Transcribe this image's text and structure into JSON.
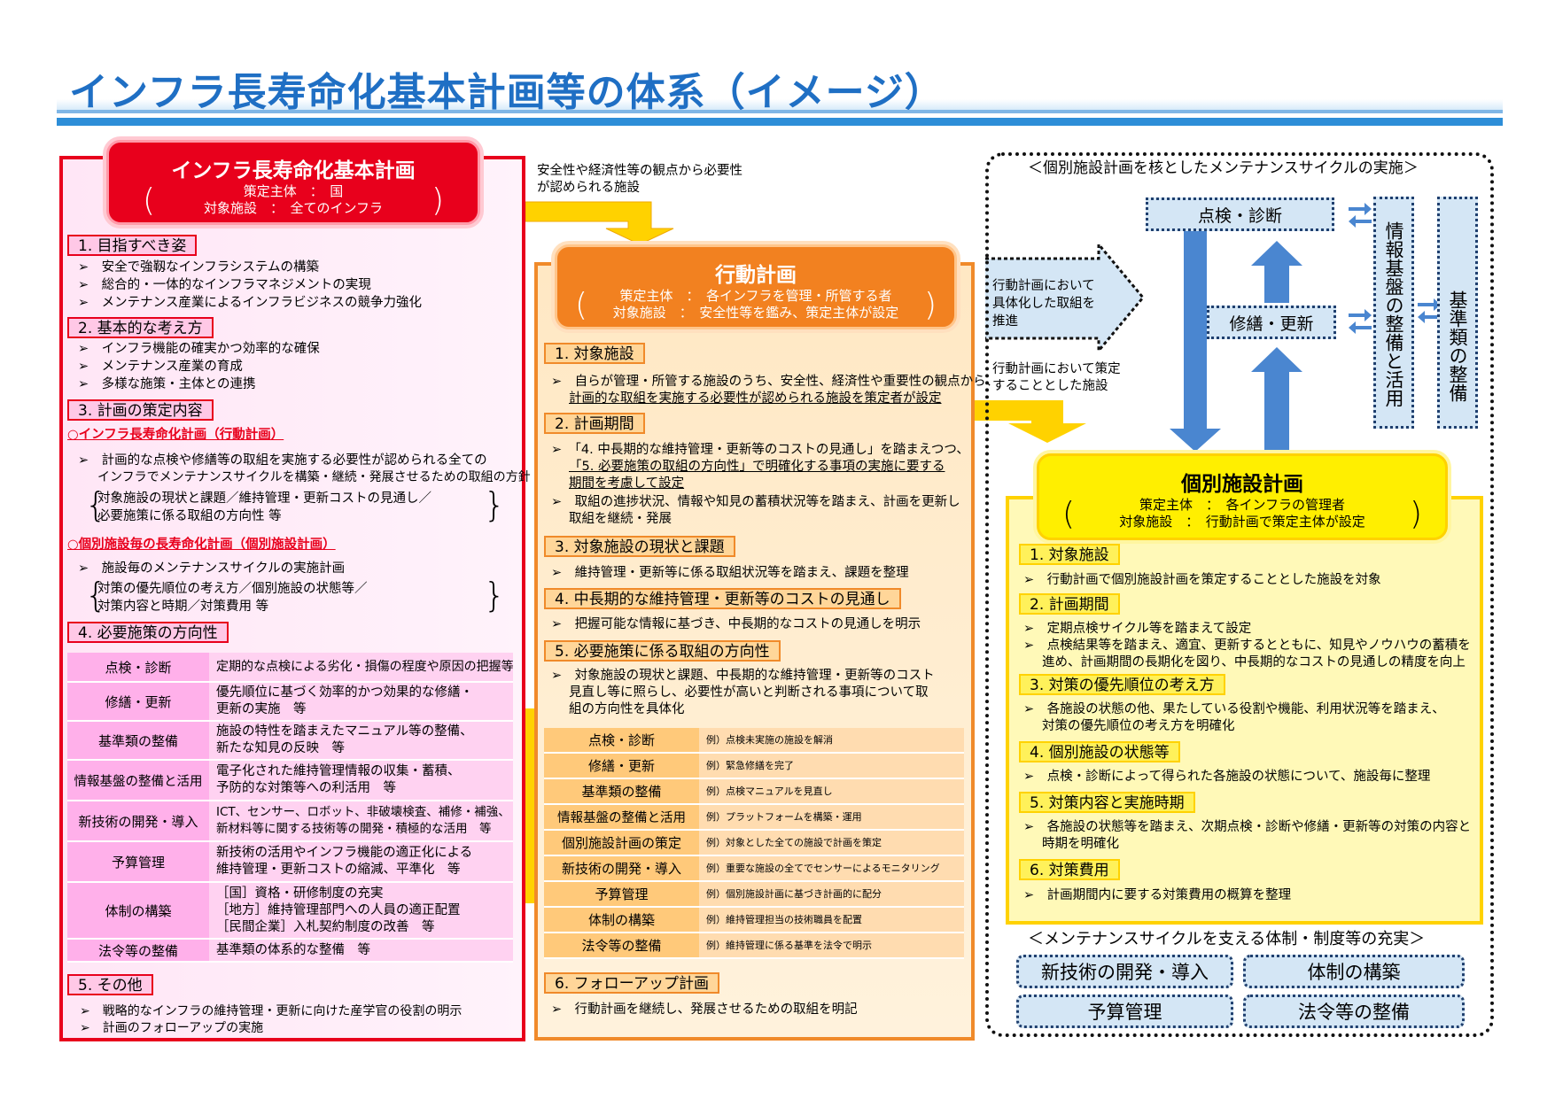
{
  "title": "インフラ長寿命化基本計画等の体系（イメージ）",
  "left": {
    "header": {
      "title": "インフラ長寿命化基本計画",
      "line1": "策定主体　：　国",
      "line2": "対象施設　：　全てのインフラ"
    },
    "s1": {
      "label": "1. 目指すべき姿",
      "items": [
        "安全で強靱なインフラシステムの構築",
        "総合的・一体的なインフラマネジメントの実現",
        "メンテナンス産業によるインフラビジネスの競争力強化"
      ]
    },
    "s2": {
      "label": "2. 基本的な考え方",
      "items": [
        "インフラ機能の確実かつ効率的な確保",
        "メンテナンス産業の育成",
        "多様な施策・主体との連携"
      ]
    },
    "s3": {
      "label": "3. 計画の策定内容",
      "plan1": "○インフラ長寿命化計画（行動計画）",
      "plan1_text": [
        "計画的な点検や修繕等の取組を実施する必要性が認められる全ての",
        "インフラでメンテナンスサイクルを構築・継続・発展させるための取組の方針"
      ],
      "plan1_note": [
        "対象施設の現状と課題／維持管理・更新コストの見通し／",
        "必要施策に係る取組の方向性 等"
      ],
      "plan2": "○個別施設毎の長寿命化計画（個別施設計画）",
      "plan2_text": "施設毎のメンテナンスサイクルの実施計画",
      "plan2_note": [
        "対策の優先順位の考え方／個別施設の状態等／",
        "対策内容と時期／対策費用 等"
      ]
    },
    "s4": {
      "label": "4. 必要施策の方向性",
      "rows": [
        {
          "name": "点検・診断",
          "desc": [
            "定期的な点検による劣化・損傷の程度や原因の把握等"
          ]
        },
        {
          "name": "修繕・更新",
          "desc": [
            "優先順位に基づく効率的かつ効果的な修繕・",
            "更新の実施　等"
          ]
        },
        {
          "name": "基準類の整備",
          "desc": [
            "施設の特性を踏まえたマニュアル等の整備、",
            "新たな知見の反映　等"
          ]
        },
        {
          "name": "情報基盤の整備と活用",
          "desc": [
            "電子化された維持管理情報の収集・蓄積、",
            "予防的な対策等への利活用　等"
          ]
        },
        {
          "name": "新技術の開発・導入",
          "desc": [
            "ICT、センサー、ロボット、非破壊検査、補修・補強、",
            "新材料等に関する技術等の開発・積極的な活用　等"
          ]
        },
        {
          "name": "予算管理",
          "desc": [
            "新技術の活用やインフラ機能の適正化による",
            "維持管理・更新コストの縮減、平準化　等"
          ]
        },
        {
          "name": "体制の構築",
          "desc": [
            "［国］資格・研修制度の充実",
            "［地方］維持管理部門への人員の適正配置",
            "［民間企業］入札契約制度の改善　等"
          ]
        },
        {
          "name": "法令等の整備",
          "desc": [
            "基準類の体系的な整備　等"
          ]
        }
      ]
    },
    "s5": {
      "label": "5. その他",
      "items": [
        "戦略的なインフラの維持管理・更新に向けた産学官の役割の明示",
        "計画のフォローアップの実施"
      ]
    }
  },
  "mid": {
    "note": [
      "安全性や経済性等の観点から必要性",
      "が認められる施設"
    ],
    "header": {
      "title": "行動計画",
      "line1": "策定主体　：　各インフラを管理・所管する者",
      "line2": "対象施設　：　安全性等を鑑み、策定主体が設定"
    },
    "s1": {
      "label": "1. 対象施設",
      "lines": [
        "自らが管理・所管する施設のうち、安全性、経済性や重要性の観点から、",
        "計画的な取組を実施する必要性が認められる施設を策定者が設定"
      ]
    },
    "s2": {
      "label": "2. 計画期間",
      "lines": [
        "「4. 中長期的な維持管理・更新等のコストの見通し」を踏まえつつ、",
        "「5. 必要施策の取組の方向性」で明確化する事項の実施に要する",
        "期間を考慮して設定"
      ],
      "lines2": [
        "取組の進捗状況、情報や知見の蓄積状況等を踏まえ、計画を更新し",
        "取組を継続・発展"
      ]
    },
    "s3": {
      "label": "3. 対象施設の現状と課題",
      "text": "維持管理・更新等に係る取組状況等を踏まえ、課題を整理"
    },
    "s4": {
      "label": "4. 中長期的な維持管理・更新等のコストの見通し",
      "text": "把握可能な情報に基づき、中長期的なコストの見通しを明示"
    },
    "s5": {
      "label": "5. 必要施策に係る取組の方向性",
      "lines": [
        "対象施設の現状と課題、中長期的な維持管理・更新等のコスト",
        "見直し等に照らし、必要性が高いと判断される事項について取",
        "組の方向性を具体化"
      ]
    },
    "rows": [
      {
        "name": "点検・診断",
        "ex": "例）点検未実施の施設を解消"
      },
      {
        "name": "修繕・更新",
        "ex": "例）緊急修繕を完了"
      },
      {
        "name": "基準類の整備",
        "ex": "例）点検マニュアルを見直し"
      },
      {
        "name": "情報基盤の整備と活用",
        "ex": "例）プラットフォームを構築・運用"
      },
      {
        "name": "個別施設計画の策定",
        "ex": "例）対象とした全ての施設で計画を策定"
      },
      {
        "name": "新技術の開発・導入",
        "ex": "例）重要な施設の全てでセンサーによるモニタリング"
      },
      {
        "name": "予算管理",
        "ex": "例）個別施設計画に基づき計画的に配分"
      },
      {
        "name": "体制の構築",
        "ex": "例）維持管理担当の技術職員を配置"
      },
      {
        "name": "法令等の整備",
        "ex": "例）維持管理に係る基準を法令で明示"
      }
    ],
    "s6": {
      "label": "6. フォローアップ計画",
      "text": "行動計画を継続し、発展させるための取組を明記"
    }
  },
  "cycle": {
    "title": "＜個別施設計画を核としたメンテナンスサイクルの実施＞",
    "arrow_text": [
      "行動計画において",
      "具体化した取組を",
      "推進"
    ],
    "note2": [
      "行動計画において策定",
      "することとした施設"
    ],
    "inspect": "点検・診断",
    "repair": "修繕・更新",
    "info": "情報基盤の整備と活用",
    "standards": "基準類の整備",
    "support_title": "＜メンテナンスサイクルを支える体制・制度等の充実＞",
    "support": [
      "新技術の開発・導入",
      "体制の構築",
      "予算管理",
      "法令等の整備"
    ]
  },
  "right": {
    "header": {
      "title": "個別施設計画",
      "line1": "策定主体　：　各インフラの管理者",
      "line2": "対象施設　：　行動計画で策定主体が設定"
    },
    "s1": {
      "label": "1. 対象施設",
      "text": "行動計画で個別施設計画を策定することとした施設を対象"
    },
    "s2": {
      "label": "2. 計画期間",
      "items": [
        "定期点検サイクル等を踏まえて設定"
      ],
      "lines": [
        "点検結果等を踏まえ、適宜、更新するとともに、知見やノウハウの蓄積を",
        "進め、計画期間の長期化を図り、中長期的なコストの見通しの精度を向上"
      ]
    },
    "s3": {
      "label": "3. 対策の優先順位の考え方",
      "lines": [
        "各施設の状態の他、果たしている役割や機能、利用状況等を踏まえ、",
        "対策の優先順位の考え方を明確化"
      ]
    },
    "s4": {
      "label": "4. 個別施設の状態等",
      "text": "点検・診断によって得られた各施設の状態について、施設毎に整理"
    },
    "s5": {
      "label": "5. 対策内容と実施時期",
      "lines": [
        "各施設の状態等を踏まえ、次期点検・診断や修繕・更新等の対策の内容と",
        "時期を明確化"
      ]
    },
    "s6": {
      "label": "6. 対策費用",
      "text": "計画期間内に要する対策費用の概算を整理"
    }
  },
  "bullet": "➢",
  "colors": {
    "red": "#e8001c",
    "orange": "#f08a2a",
    "yellow": "#ffd200",
    "blue": "#4a86d0",
    "title": "#1f6fc4"
  }
}
